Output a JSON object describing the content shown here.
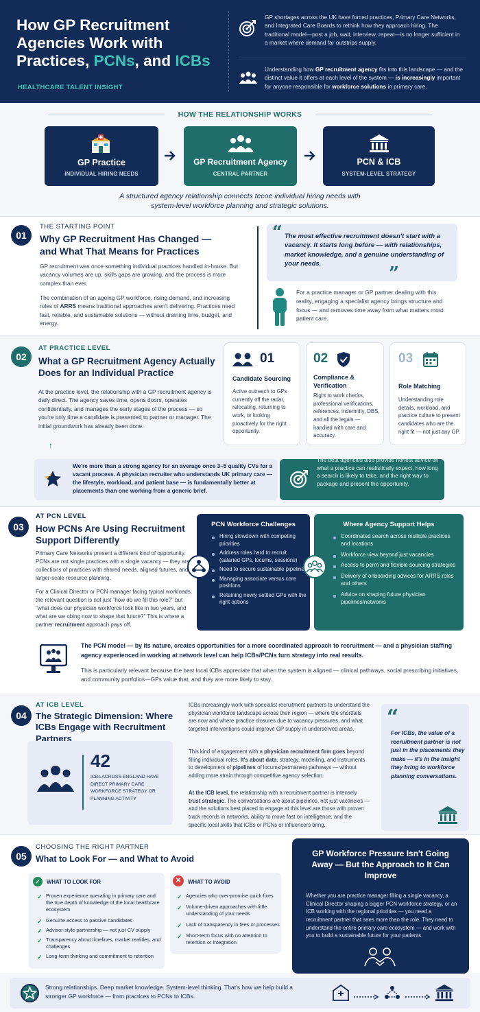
{
  "header": {
    "title_line1": "How GP Recruitment",
    "title_line2": "Agencies Work with",
    "title_line3a": "Practices, ",
    "title_line3b": "PCNs",
    "title_line3c": ", and ",
    "title_line3d": "ICBs",
    "subtitle": "HEALTHCARE TALENT INSIGHT",
    "intro1": "GP shortages across the UK have forced practices, Primary Care Networks, and Integrated Care Boards to rethink how they approach hiring. The traditional model—post a job, wait, interview, repeat—is no longer sufficient in a market where demand far outstrips supply.",
    "intro2a": "Understanding how ",
    "intro2b": "GP recruitment agency",
    "intro2c": " fits into this landscape — and the distinct value it offers at each level of the system — ",
    "intro2d": "is increasingly",
    "intro2e": " important for anyone responsible for ",
    "intro2f": "workforce solutions",
    "intro2g": " in primary care.",
    "icon1": "target-icon",
    "icon2": "people-icon"
  },
  "relationship": {
    "heading": "HOW THE RELATIONSHIP WORKS",
    "boxes": [
      {
        "title": "GP Practice",
        "sub": "INDIVIDUAL HIRING NEEDS",
        "icon": "clinic-icon"
      },
      {
        "title": "GP Recruitment Agency",
        "sub": "CENTRAL PARTNER",
        "icon": "team-icon"
      },
      {
        "title": "PCN & ICB",
        "sub": "SYSTEM-LEVEL STRATEGY",
        "icon": "institution-icon"
      }
    ],
    "caption": "A structured agency relationship connects tecoe individual hiring needs with system-level workforce planning and strategic solutions."
  },
  "s1": {
    "num": "01",
    "kicker": "THE STARTING POINT",
    "title": "Why GP Recruitment Has Changed — and What That Means for Practices",
    "p1": "GP recruitment was once something individual practices handled in-house. But vacancy volumes are up, skills gaps are growing, and the process is more complex than ever.",
    "p2a": "The combination of an ageing GP workforce, rising demand, and increasing roles of ",
    "p2b": "ARRS",
    "p2c": " means traditional approaches aren't delivering. Practices need fast, reliable, and sustainable solutions — without draining time, budget, and energy.",
    "quote": "The most effective recruitment doesn't start with a vacancy. It starts long before — with relationships, market knowledge, and a genuine understanding of your needs.",
    "note": "For a practice manager or GP partner dealing with this reality, engaging a specialist agency brings structure and focus — and removes time away from what matters most: patient care."
  },
  "s2": {
    "num": "02",
    "kicker": "AT PRACTICE LEVEL",
    "title": "What a GP Recruitment Agency Actually Does for an Individual Practice",
    "p1": "At the practice level, the relationship with a GP recruitment agency is daily direct. The agency saves time, opens doors, operates confidentially, and manages the early stages of the process — so you're only time a candidate is presented to partner or manager. The initial groundwork has already been done.",
    "cards": [
      {
        "n": "01",
        "title": "Candidate Sourcing",
        "text": "Active outreach to GPs currently off the radar, relocating, returning to work, or looking proactively for the right opportunity."
      },
      {
        "n": "02",
        "title": "Compliance & Verification",
        "text": "Right to work checks, professional verifications, references, indemnity, DBS, and all the legals — handled with care and accuracy."
      },
      {
        "n": "03",
        "title": "Role Matching",
        "text": "Understanding role details, workload, and practice culture to present candidates who are the right fit — not just any GP."
      }
    ],
    "callout1": "We're more than a strong agency for an average once 3–5 quality CVs for a vacant process. A physician recruiter who understands UK primary care — the lifestyle, workload, and patient base — is fundamentally better at placements than one working from a generic brief.",
    "callout2": "The best agencies also provide honest advice on what a practice can realistically expect, how long a search is likely to take, and the right way to package and present the opportunity."
  },
  "s3": {
    "num": "03",
    "kicker": "AT PCN LEVEL",
    "title": "How PCNs Are Using Recruitment Support Differently",
    "p1": "Primary Care Networks present a different kind of opportunity. PCNs are not single practices with a single vacancy — they are collections of practices with shared needs, aligned futures, and larger-scale resource planning.",
    "p2a": "For a Clinical Director or PCN manager facing typical workloads, the relevant question is not just \"how do we fill this role?\" but \"what does our physician workforce look like in two years, and what are we obing now to shape that future?\" This is where a partner ",
    "p2b": "recruitment",
    "p2c": " approach pays off.",
    "challenges_title": "PCN Workforce Challenges",
    "challenges": [
      "Hiring slowdown with competing priorities",
      "Address roles hard to recruit (salaried GPs, locums, sessions)",
      "Need to secure sustainable pipeline",
      "Managing associate versus core positions",
      "Retaining newly settled GPs with the right options"
    ],
    "helps_title": "Where Agency Support Helps",
    "helps": [
      "Coordinated search across multiple practices and locations",
      "Workforce view beyond just vacancies",
      "Access to perm and flexible sourcing strategies",
      "Delivery of onboarding advices for ARRS roles and others",
      "Advice on shaping future physician pipelines/networks"
    ],
    "model_bold": "The PCN model — by its nature, creates opportunities for a more coordinated approach to recruitment — and a physician staffing agency experienced in working at network level can help ICBs/PCNs turn strategy into real results.",
    "model_text": "This is particularly relevant because the best local ICBs appreciate that when the system is aligned — clinical pathways, social prescribing initiatives, and community portfolios—GPs value that, and they are more likely to stay."
  },
  "s4": {
    "num": "04",
    "kicker": "AT ICB LEVEL",
    "title": "The Strategic Dimension: Where ICBs Engage with Recruitment Partners",
    "stat": "42",
    "stat_label": "ICBs ACROSS ENGLAND HAVE DIRECT PRIMARY CARE WORKFORCE STRATEGY OR PLANNING ACTIVITY",
    "p1": "ICBs increasingly work with specialist recruitment partners to understand the physician workforce landscape across their region — where the shortfalls are now and where practice closures due to vacancy pressures, and what targeted interventions could improve GP supply in underserved areas.",
    "p2a": "This kind of engagement with a ",
    "p2b": "physician recruitment firm goes",
    "p2c": " beyond filling individual roles. ",
    "p2d": "It's about data",
    "p2e": ", strategy, modelling, and instruments to development of ",
    "p2f": "pipelines",
    "p2g": " of locums/permanent pathways — without adding more strain through competitive agency selection.",
    "p3a": "At the ICB level",
    "p3b": ", the relationship with a recruitment partner is intensely ",
    "p3c": "trust strategic",
    "p3d": ". The conversations are about pipelines, not just vacancies — and the solutions best placed to engage at this level are those with proven track records in networks, ability to move fast on intelligence, and the specific local skills that ICBs or PCNs or influencers bring.",
    "quote": "For ICBs, the value of a recruitment partner is not just in the placements they make — it's in the insight they bring to workforce planning conversations."
  },
  "s5": {
    "num": "05",
    "kicker": "CHOOSING THE RIGHT PARTNER",
    "title": "What to Look For — and What to Avoid",
    "look_title": "WHAT TO LOOK FOR",
    "look": [
      "Proven experience operating in primary care and the true depth of knowledge of the local healthcare ecosystem",
      "Genuine access to passive candidates",
      "Advisor-style partnership — not just CV supply",
      "Transparency about timelines, market realities, and challenges",
      "Long-term thinking and commitment to retention"
    ],
    "avoid_title": "WHAT TO AVOID",
    "avoid": [
      "Agencies who over-promise quick fixes",
      "Volume-driven approaches with little understanding of your needs",
      "Lack of transparency in fees or processes",
      "Short-term focus with no attention to retention or integration"
    ],
    "panel_title": "GP Workforce Pressure Isn't Going Away — But the Approach to It Can Improve",
    "panel_text": "Whether you are practice manager filling a single vacancy, a Clinical Director shaping a bigger PCN workforce strategy, or an ICB working with the regional priorities — you need a recruitment partner that sees more than the role. They need to understand the entire primary care ecosystem — and work with you to build a sustainable future for your patients."
  },
  "footer": {
    "text": "Strong relationships. Deep market knowledge. System-level thinking. That's how we help build a stronger GP workforce — from practices to PCNs to ICBs."
  }
}
